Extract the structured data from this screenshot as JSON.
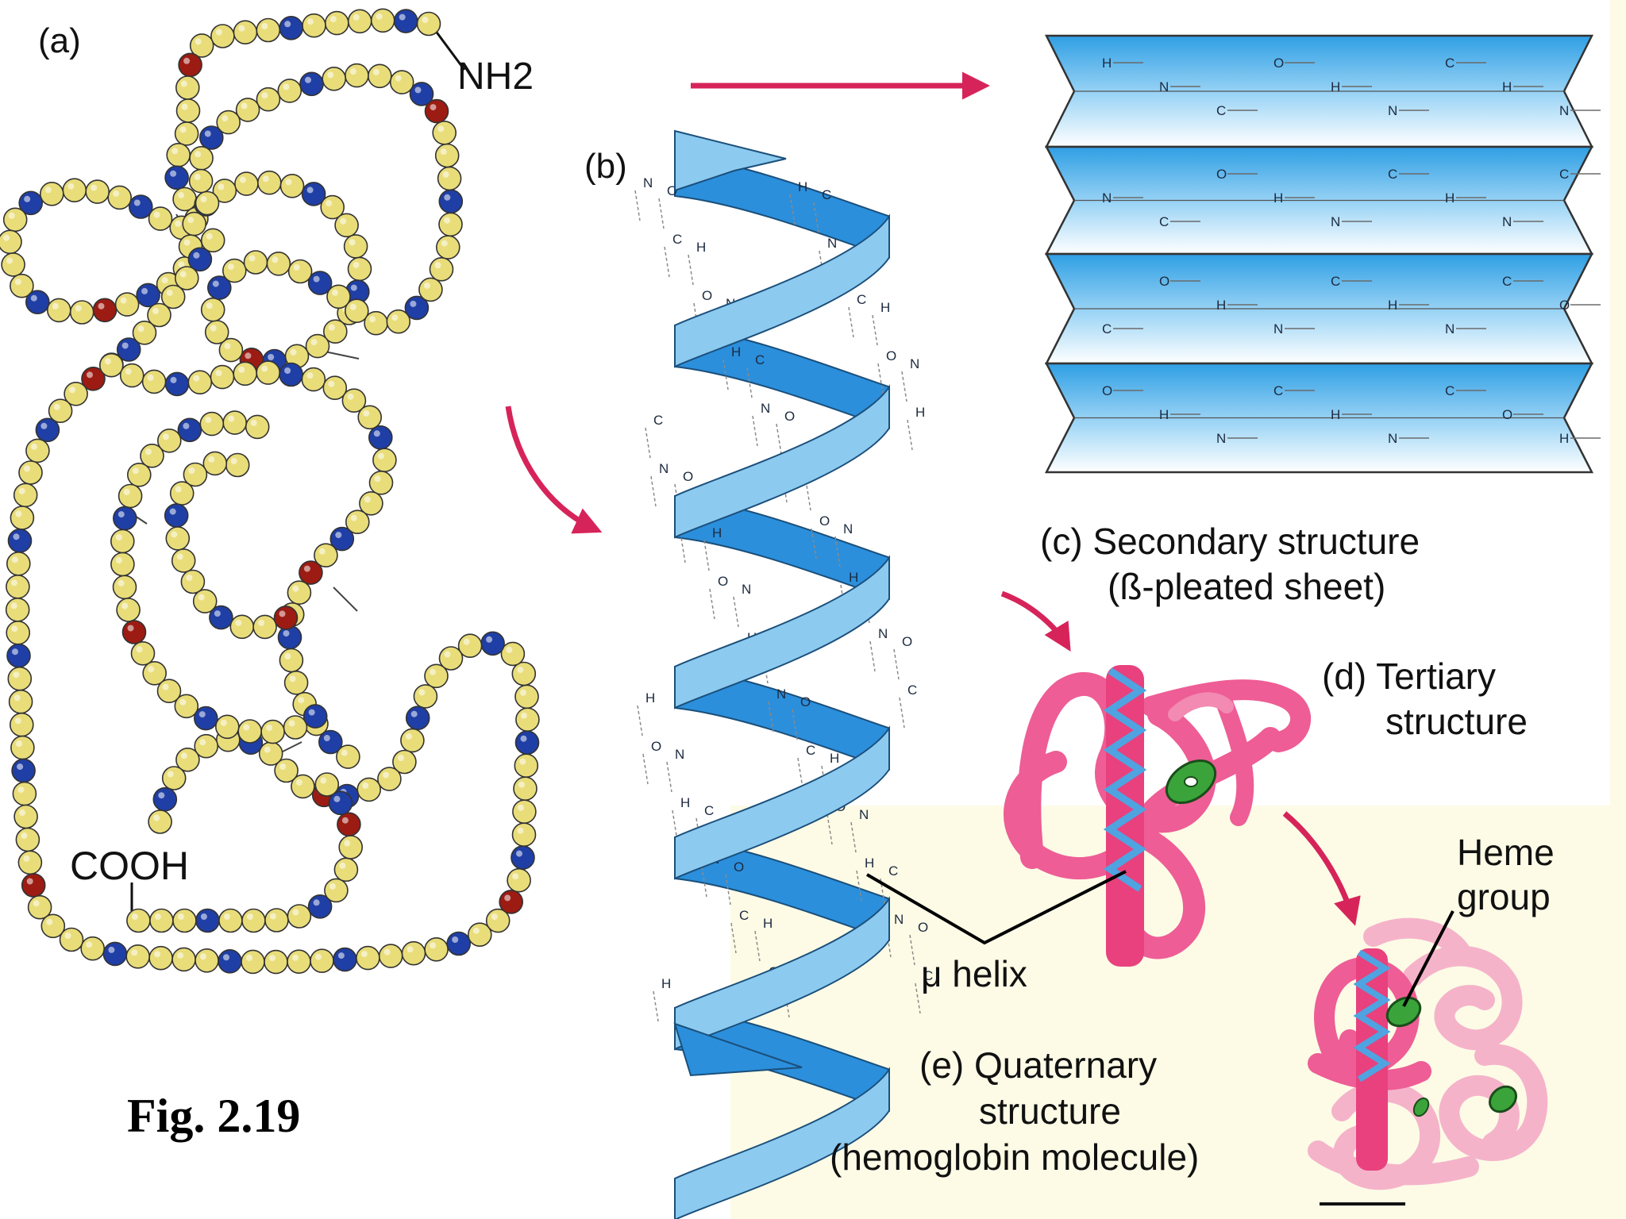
{
  "labels": {
    "panel_a": "(a)",
    "panel_b": "(b)",
    "nh2": "NH2",
    "cooh": "COOH",
    "secondary_line1": "(c) Secondary structure",
    "secondary_line2": "(ß-pleated sheet)",
    "tertiary_line1": "(d) Tertiary",
    "tertiary_line2": "structure",
    "heme_line1": "Heme",
    "heme_line2": "group",
    "helix": "μ helix",
    "quaternary_line1": "(e) Quaternary",
    "quaternary_line2": "structure",
    "quaternary_line3": "(hemoglobin molecule)",
    "figure_number": "Fig. 2.19"
  },
  "colors": {
    "bead_yellow": "#e9dd7a",
    "bead_blue": "#1f3fa6",
    "bead_green": "#2e7d32",
    "bead_red": "#9c1b12",
    "helix_light": "#8ccaf0",
    "helix_dark": "#2b8fdc",
    "sheet_blue": "#4fb3ea",
    "protein_pink": "#ee5d95",
    "protein_light_pink": "#f5b3ca",
    "heme_green": "#3aa43a",
    "arrow_red": "#d6245a",
    "cream_bg": "#fdfbe6"
  },
  "chemistry": {
    "atom_h": "H",
    "atom_c": "C",
    "atom_n": "N",
    "atom_o": "O"
  }
}
